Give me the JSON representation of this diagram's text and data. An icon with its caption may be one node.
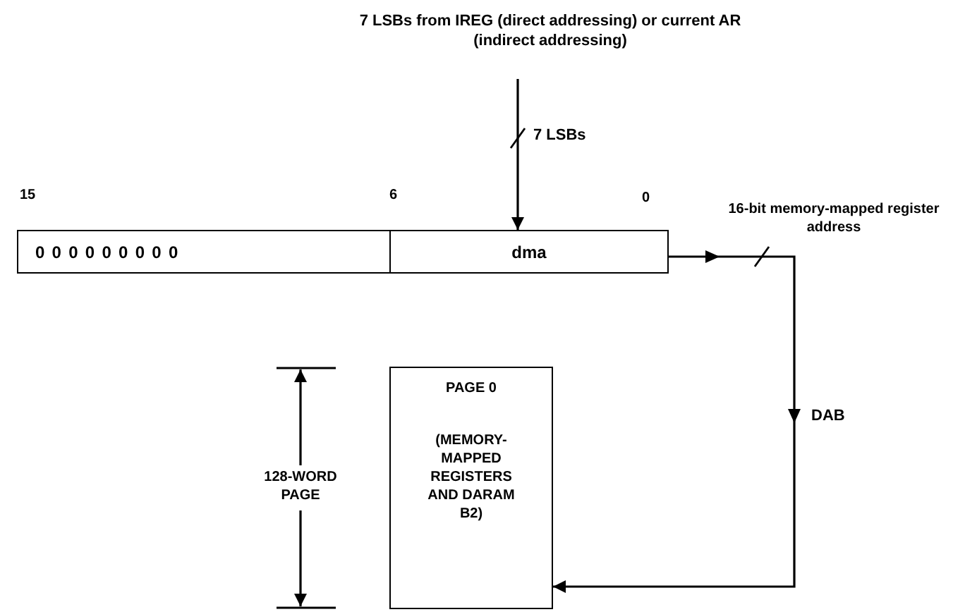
{
  "diagram": {
    "nodes": [
      {
        "text": [
          "7 LSBs from IREG (direct addressing) or current AR (indirect addressing)"
        ]
      },
      {
        "text": [
          "0 0 0 0 0 0 0 0 0"
        ]
      },
      {
        "text": [
          "dma"
        ]
      },
      {
        "text": [
          "PAGE 0",
          "(MEMORY-MAPPED REGISTERS AND DARAM B2)"
        ]
      }
    ],
    "edges": [
      {
        "from": 0,
        "to": 2,
        "arrow": "to",
        "label": "7 LSBs"
      },
      {
        "from": 2,
        "to": 3,
        "arrow": "to",
        "label": "DAB"
      }
    ],
    "labels": [
      "15",
      "6",
      "0",
      "16-bit memory-mapped register address",
      "128-WORD PAGE"
    ]
  }
}
